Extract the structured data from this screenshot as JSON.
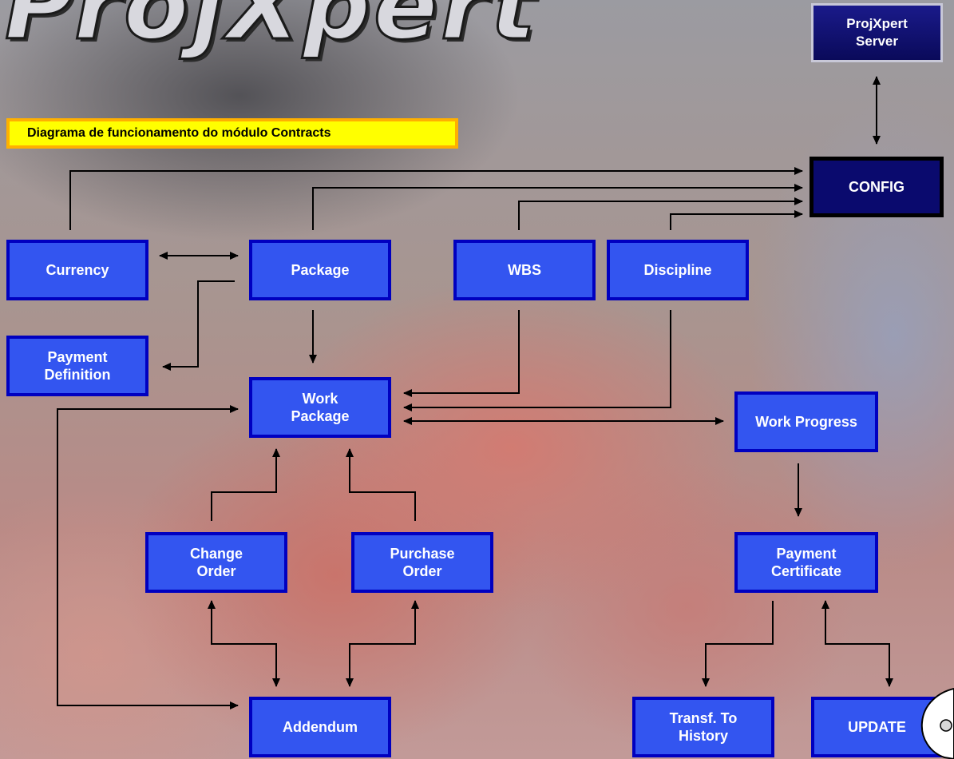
{
  "logo": {
    "text": "ProjXpert"
  },
  "title": "Diagrama de funcionamento do módulo Contracts",
  "nodes": {
    "server": "ProjXpert\nServer",
    "config": "CONFIG",
    "currency": "Currency",
    "package": "Package",
    "wbs": "WBS",
    "discipline": "Discipline",
    "payment_definition": "Payment\nDefinition",
    "work_package": "Work\nPackage",
    "work_progress": "Work Progress",
    "change_order": "Change\nOrder",
    "purchase_order": "Purchase\nOrder",
    "payment_certificate": "Payment\nCertificate",
    "addendum": "Addendum",
    "transf_history": "Transf. To\nHistory",
    "update": "UPDATE"
  },
  "colors": {
    "node_fill": "#3355f0",
    "node_border": "#0000c0",
    "config_fill": "#0a0a6e",
    "banner_fill": "#ffff00",
    "banner_border": "#ffb000",
    "arrow": "#000000"
  }
}
